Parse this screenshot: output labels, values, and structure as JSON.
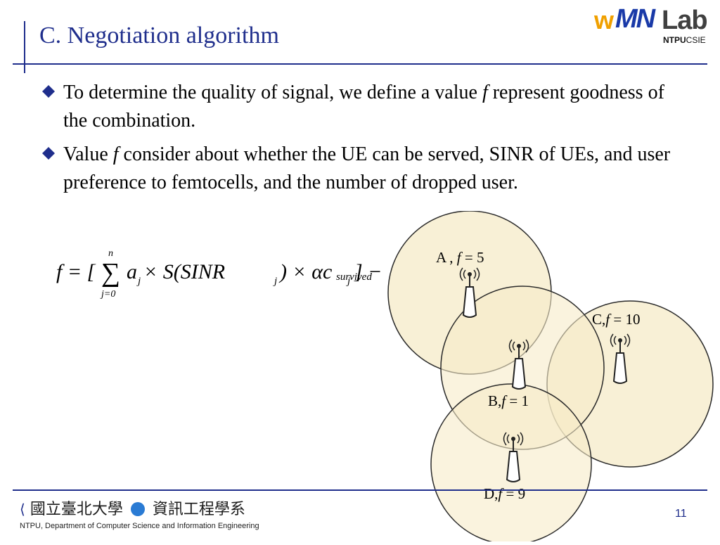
{
  "slide": {
    "title": "C. Negotiation algorithm",
    "page_number": "11"
  },
  "logo": {
    "w": "w",
    "mn": "MN",
    "lab": "Lab",
    "ntpu": "NTPU",
    "csie": "CSIE"
  },
  "bullets": [
    {
      "pre": "To determine the quality of signal, we define a value ",
      "var": "f",
      "post": " represent goodness of the combination."
    },
    {
      "pre": "Value ",
      "var": "f",
      "post": " consider about whether the UE can be served, SINR of UEs, and user preference to femtocells, and the number of dropped user."
    }
  ],
  "formula": {
    "lhs": "f = [",
    "sum_upper": "n",
    "sum_lower": "j=0",
    "body": "a",
    "sub_j": "j",
    "times_s": " × S(SINR",
    "close_times": ") × αc",
    "close_bracket": "] − S",
    "sub_survived": "survived"
  },
  "cells": [
    {
      "id": "A",
      "label_id": "A ,",
      "label_f": "f",
      "label_eq": "= 5",
      "fill": "#f6ebc8"
    },
    {
      "id": "B",
      "label_id": "B,",
      "label_f": "f",
      "label_eq": "= 1",
      "fill": "#f6ebc8"
    },
    {
      "id": "C",
      "label_id": "C,",
      "label_f": "f",
      "label_eq": "= 10",
      "fill": "#f6ebc8"
    },
    {
      "id": "D",
      "label_id": "D,",
      "label_f": "f",
      "label_eq": "= 9",
      "fill": "#f6ebc8"
    }
  ],
  "footer": {
    "university": "國立臺北大學",
    "department_cn": "資訊工程學系",
    "department_en": "NTPU, Department of Computer Science and Information Engineering"
  },
  "colors": {
    "accent": "#1f2e8c",
    "cell_fill": "#f6ebc8",
    "cell_stroke": "#2a2a2a",
    "logo_orange": "#f0a000",
    "logo_blue": "#1a3aa8"
  }
}
